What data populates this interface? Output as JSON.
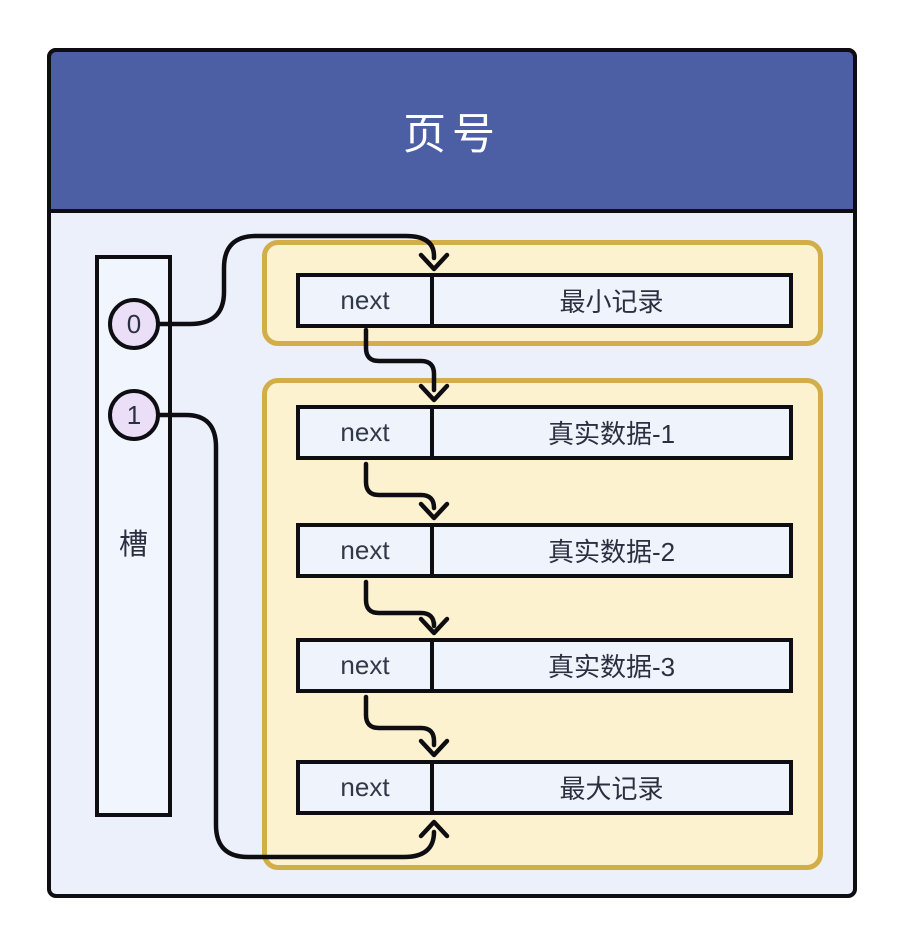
{
  "diagram": {
    "title": "页号",
    "slot_column": {
      "label": "槽",
      "slots": [
        {
          "id": "0"
        },
        {
          "id": "1"
        }
      ]
    },
    "groups": [
      {
        "records": [
          {
            "pointer": "next",
            "label": "最小记录"
          }
        ]
      },
      {
        "records": [
          {
            "pointer": "next",
            "label": "真实数据-1"
          },
          {
            "pointer": "next",
            "label": "真实数据-2"
          },
          {
            "pointer": "next",
            "label": "真实数据-3"
          },
          {
            "pointer": "next",
            "label": "最大记录"
          }
        ]
      }
    ],
    "colors": {
      "header_bg": "#4c5ea4",
      "header_text": "#ffffff",
      "panel_bg": "#ebf0fa",
      "record_fill": "#eff3fc",
      "slot_fill": "#f1f5fd",
      "circle_fill": "#ebdef7",
      "group_fill": "#fcf2cf",
      "group_border": "#d2ae49",
      "line": "#0d0d12",
      "text": "#2b3040"
    }
  }
}
